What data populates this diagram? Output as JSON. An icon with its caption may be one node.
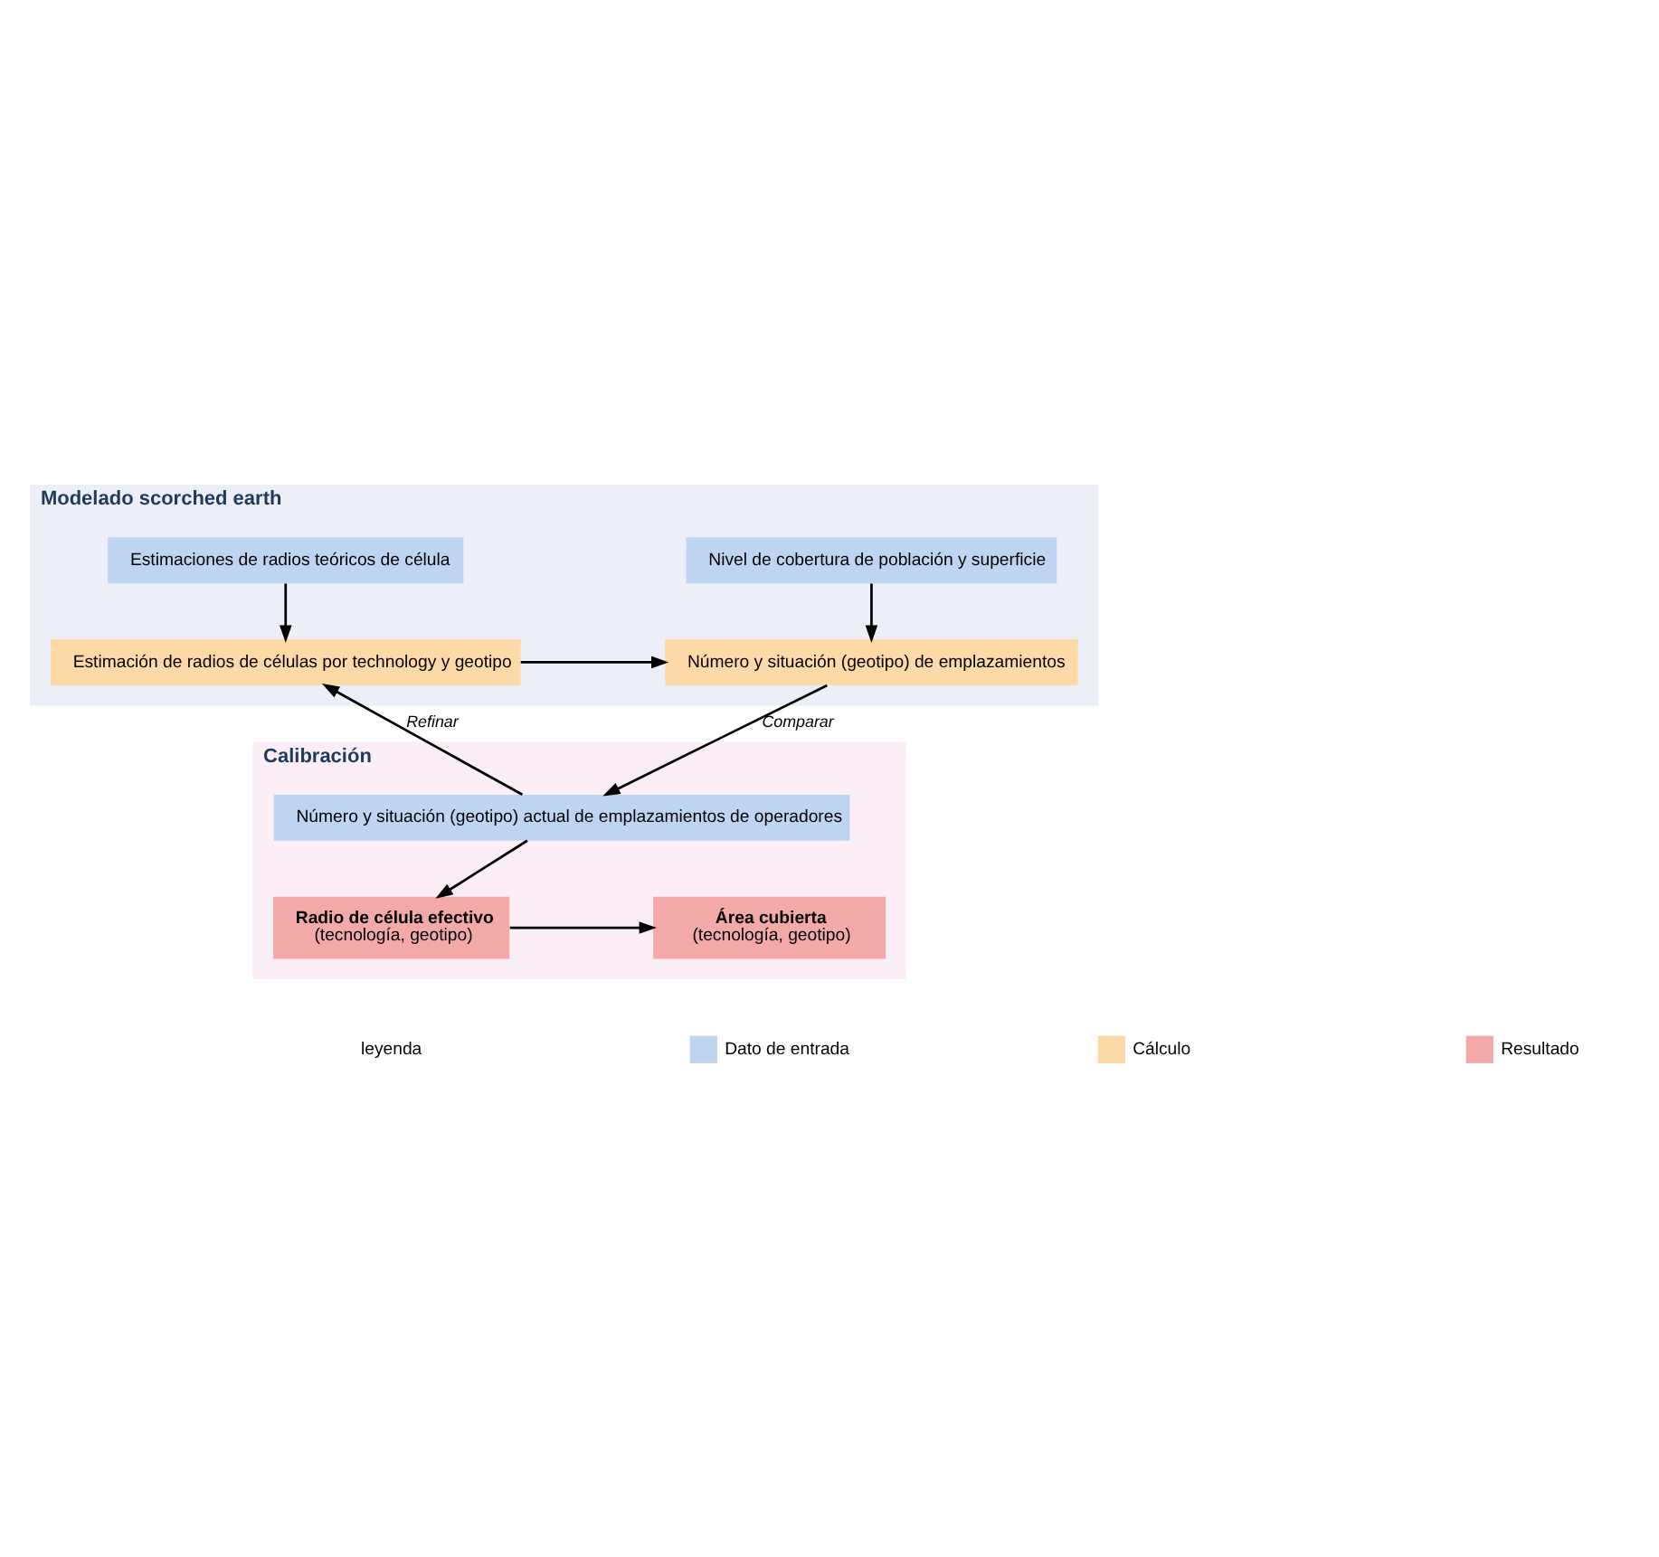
{
  "diagram": {
    "nodes": [
      {
        "text": [
          "Modelado scorched earth"
        ]
      },
      {
        "text": [
          "Nivel de cobertura de población y superficie"
        ],
        "in": 0
      },
      {
        "text": [
          "Estimaciones de radios teóricos de célula"
        ],
        "in": 0
      },
      {
        "text": [
          "Número y situación (geotipo) de emplazamientos"
        ],
        "in": 0
      },
      {
        "text": [
          "Estimación de radios de células por technology y geotipo"
        ],
        "in": 0
      },
      {
        "text": [
          "Calibración"
        ]
      },
      {
        "text": [
          "Número y situación (geotipo) actual de emplazamientos de operadores"
        ],
        "in": 5
      },
      {
        "text": [
          "Radio de célula efectivo",
          "(tecnología, geotipo)"
        ],
        "in": 5
      },
      {
        "text": [
          "Área cubierta",
          "(tecnología, geotipo)"
        ],
        "in": 5
      }
    ],
    "edges": [
      {
        "from": 1,
        "to": 3,
        "arrow": "to"
      },
      {
        "from": 2,
        "to": 4,
        "arrow": "to"
      },
      {
        "from": 4,
        "to": 3,
        "arrow": "to"
      },
      {
        "from": 3,
        "to": 6,
        "arrow": "to",
        "label": "Comparar"
      },
      {
        "from": 6,
        "to": 4,
        "arrow": "to",
        "label": "Refinar"
      },
      {
        "from": 6,
        "to": 7,
        "arrow": "to"
      },
      {
        "from": 7,
        "to": 8,
        "arrow": "to"
      }
    ],
    "labels": [
      "leyenda"
    ],
    "legend": [
      {
        "text": "Dato de entrada",
        "color": "#bdd5f1"
      },
      {
        "text": "Cálculo",
        "color": "#fdd9a8"
      },
      {
        "text": "Resultado",
        "color": "#f4a9a9"
      }
    ]
  }
}
